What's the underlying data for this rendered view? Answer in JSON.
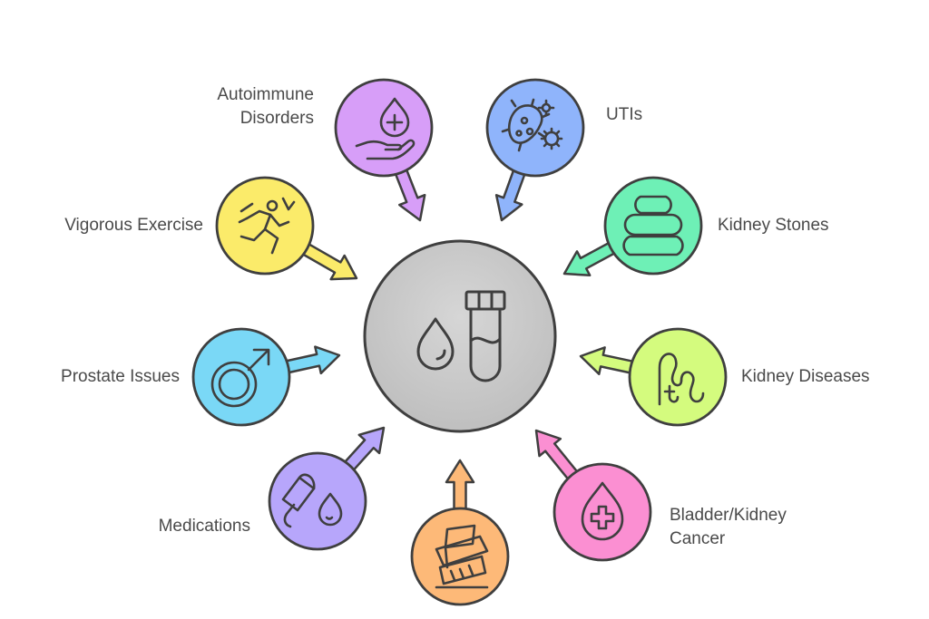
{
  "center": {
    "color": "#cfcfcf",
    "icon": "blood-test-tube-icon"
  },
  "outline": "#3f3f3f",
  "causes": [
    {
      "id": "autoimmune",
      "lines": [
        "Autoimmune",
        "Disorders"
      ],
      "color": "#d79ef8",
      "icon": "hand-blood-drop-icon"
    },
    {
      "id": "utis",
      "lines": [
        "UTIs"
      ],
      "color": "#8fb4fb",
      "icon": "bacteria-icon"
    },
    {
      "id": "kidney-stones",
      "lines": [
        "Kidney Stones"
      ],
      "color": "#6ef0b6",
      "icon": "stacked-stones-icon"
    },
    {
      "id": "kidney-diseases",
      "lines": [
        "Kidney Diseases"
      ],
      "color": "#d4fb7e",
      "icon": "kidney-icon"
    },
    {
      "id": "bladder-kidney-cancer",
      "lines": [
        "Bladder/Kidney",
        "Cancer"
      ],
      "color": "#fb8fd2",
      "icon": "medical-cross-drop-icon"
    },
    {
      "id": "injury",
      "lines": [],
      "color": "#fdb978",
      "icon": "bandage-icon"
    },
    {
      "id": "medications",
      "lines": [
        "Medications"
      ],
      "color": "#b7a6fb",
      "icon": "pill-drop-icon"
    },
    {
      "id": "prostate-issues",
      "lines": [
        "Prostate Issues"
      ],
      "color": "#7ad8f6",
      "icon": "male-symbol-icon"
    },
    {
      "id": "vigorous-exercise",
      "lines": [
        "Vigorous Exercise"
      ],
      "color": "#fbeb6a",
      "icon": "running-person-icon"
    }
  ]
}
